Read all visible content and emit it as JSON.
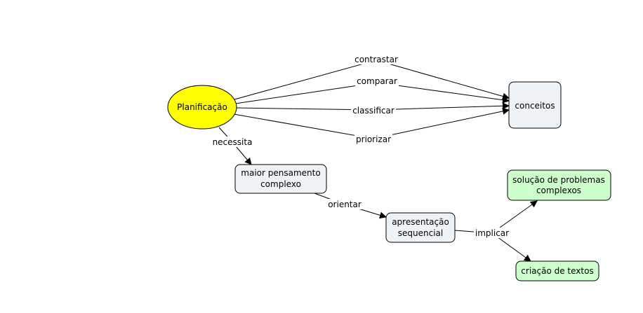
{
  "colors": {
    "root_fill": "#ffff00",
    "concept_fill": "#eef3f7",
    "result_fill": "#ccffcc",
    "stroke": "#000000"
  },
  "nodes": {
    "planificacao": "Planificação",
    "conceitos": "conceitos",
    "maior_pensamento": [
      "maior pensamento",
      "complexo"
    ],
    "apresentacao": [
      "apresentação",
      "sequencial"
    ],
    "solucao": [
      "solução de problemas",
      "complexos"
    ],
    "criacao": "criação de textos"
  },
  "links": {
    "contrastar": "contrastar",
    "comparar": "comparar",
    "classificar": "classificar",
    "priorizar": "priorizar",
    "necessita": "necessita",
    "orientar": "orientar",
    "implicar": "implicar"
  }
}
